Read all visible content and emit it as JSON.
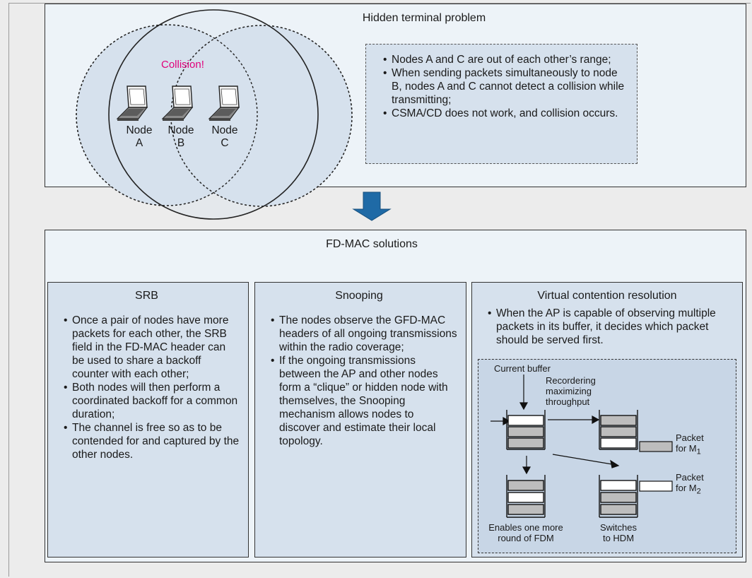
{
  "top_panel": {
    "title": "Hidden terminal problem",
    "collision_label": "Collision!",
    "nodes": [
      {
        "line1": "Node",
        "line2": "A"
      },
      {
        "line1": "Node",
        "line2": "B"
      },
      {
        "line1": "Node",
        "line2": "C"
      }
    ],
    "notes": [
      "Nodes A and C are out of each other’s range;",
      "When sending packets simultaneously to node B, nodes A and C cannot detect a collision while transmitting;",
      "CSMA/CD does not work, and collision occurs."
    ]
  },
  "bottom_panel": {
    "title": "FD-MAC solutions",
    "columns": [
      {
        "title": "SRB",
        "bullets": [
          "Once a pair of nodes have more packets for each other, the SRB field in the FD-MAC header can be used to share a backoff counter with each other;",
          "Both nodes will then perform a coordinated backoff for a common duration;",
          "The channel is free so as to be contended for and captured by the other nodes."
        ]
      },
      {
        "title": "Snooping",
        "bullets": [
          "The nodes observe the GFD-MAC headers of all ongoing transmissions within the radio coverage;",
          "If the ongoing transmissions between the AP and other nodes form a “clique” or hidden node with themselves, the Snooping mechanism allows nodes to discover and estimate their local topology."
        ]
      },
      {
        "title": "Virtual contention resolution",
        "bullets": [
          "When the AP is capable of observing multiple packets in its buffer, it decides which packet should be served first."
        ]
      }
    ],
    "buffer_diagram": {
      "current_buffer": "Current buffer",
      "reordering_1": "Recordering",
      "reordering_2": "maximizing",
      "reordering_3": "throughput",
      "packet_m1_1": "Packet",
      "packet_m1_2": "for M",
      "packet_m1_sub": "1",
      "packet_m2_1": "Packet",
      "packet_m2_2": "for M",
      "packet_m2_sub": "2",
      "fdm_1": "Enables one more",
      "fdm_2": "round of FDM",
      "hdm_1": "Switches",
      "hdm_2": "to HDM"
    }
  },
  "colors": {
    "panel_bg": "#edf3f8",
    "box_bg": "#d6e1ed",
    "arrow_blue": "#1f6aa6",
    "collision_pink": "#e0007a",
    "slot_gray": "#bdbdbd"
  }
}
